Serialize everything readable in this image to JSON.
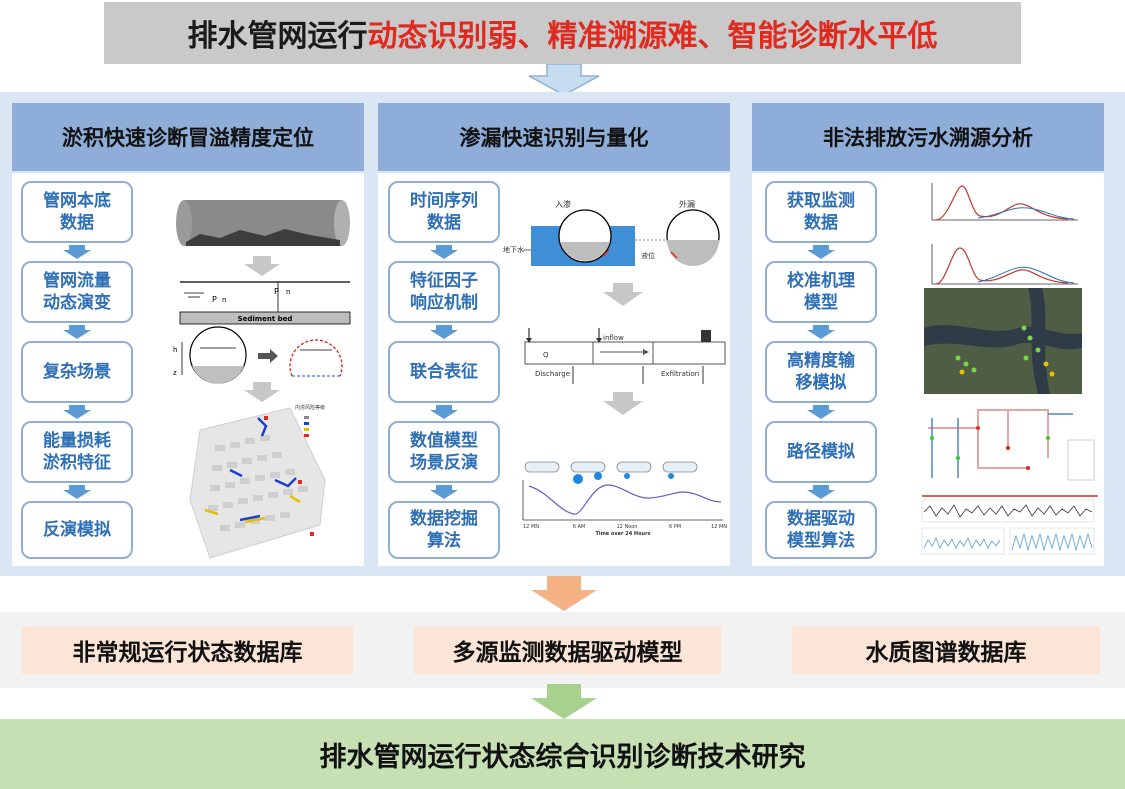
{
  "title": {
    "prefix": "排水管网运行",
    "highlight": "动态识别弱、精准溯源难、智能诊断水平低"
  },
  "columns": [
    {
      "header": "淤积快速诊断冒溢精度定位",
      "steps": [
        "管网本底\n数据",
        "管网流量\n动态演变",
        "复杂场景",
        "能量损耗\n淤积特征",
        "反演模拟"
      ],
      "figure_labels": {
        "sediment_bed": "Sediment bed",
        "legend_title": "内涝风险等级"
      }
    },
    {
      "header": "渗漏快速识别与量化",
      "steps": [
        "时间序列\n数据",
        "特征因子\n响应机制",
        "联合表征",
        "数值模型\n场景反演",
        "数据挖掘\n算法"
      ],
      "figure_labels": {
        "infiltration": "入渗",
        "exfiltration_cn": "外漏",
        "groundwater": "地下水",
        "level": "液位",
        "inflow": "inflow",
        "discharge": "Discharge",
        "exfiltration": "Exfiltration",
        "time_axis": "Time over 24 Hours",
        "t1": "12 MN",
        "t2": "6 AM",
        "t3": "12 Noon",
        "t4": "6 PM",
        "t5": "12 MN"
      }
    },
    {
      "header": "非法排放污水溯源分析",
      "steps": [
        "获取监测\n数据",
        "校准机理\n模型",
        "高精度输\n移模拟",
        "路径模拟",
        "数据驱动\n模型算法"
      ]
    }
  ],
  "databases": [
    "非常规运行状态数据库",
    "多源监测数据驱动模型",
    "水质图谱数据库"
  ],
  "conclusion": "排水管网运行状态综合识别诊断技术研究",
  "colors": {
    "header_blue": "#8fadd9",
    "step_text": "#2e6fb5",
    "highlight_red": "#e02a1f",
    "db_fill": "#fbe5d6",
    "conclusion_fill": "#c6e0b4"
  }
}
